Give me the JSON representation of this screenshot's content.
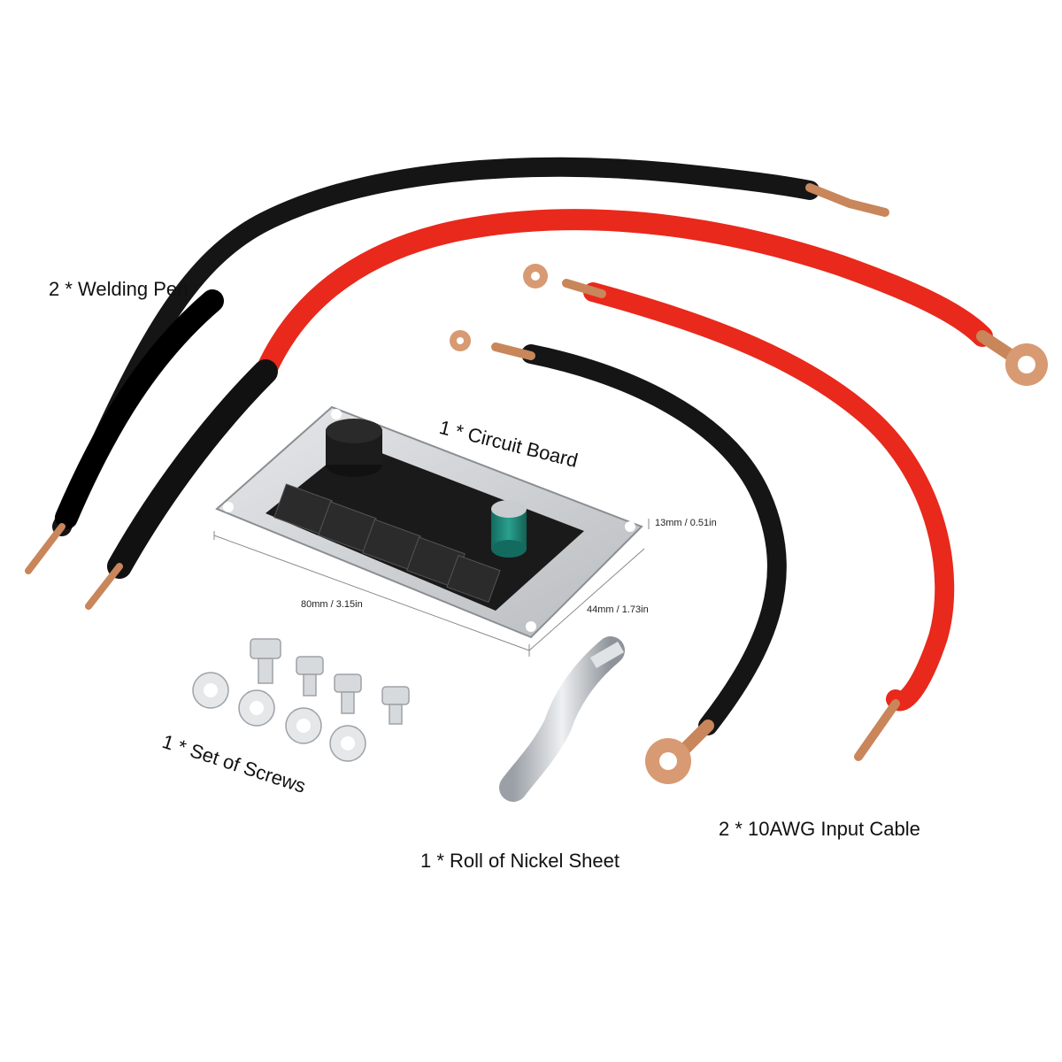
{
  "labels": {
    "welding_pen": "2 * Welding Pen",
    "circuit_board": "1 * Circuit Board",
    "screws": "1 * Set of Screws",
    "nickel_sheet": "1 * Roll of Nickel Sheet",
    "input_cable": "2 * 10AWG Input Cable"
  },
  "dimensions": {
    "length": "80mm / 3.15in",
    "width": "44mm / 1.73in",
    "height": "13mm / 0.51in"
  },
  "colors": {
    "cable_red": "#e8291c",
    "cable_black": "#151515",
    "copper": "#c8865a",
    "board_silver": "#cfd2d5",
    "capacitor_green": "#1f8a7a"
  }
}
